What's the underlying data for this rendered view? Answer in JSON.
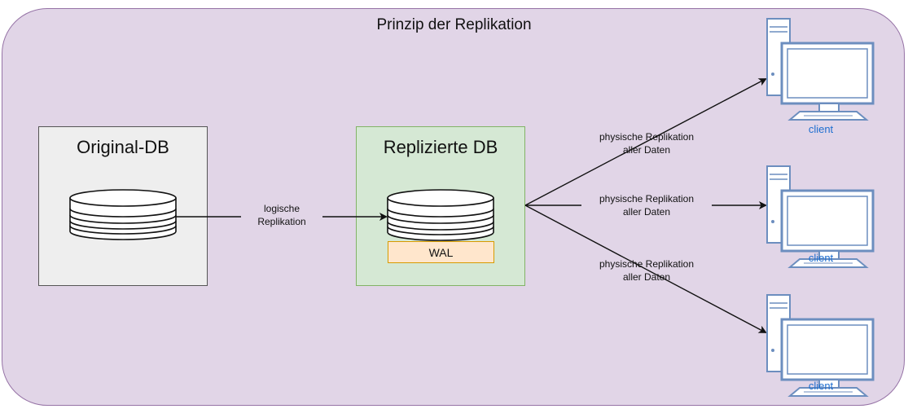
{
  "diagram": {
    "title": "Prinzip der Replikation",
    "colors": {
      "frame_fill": "#e1d5e7",
      "frame_border": "#9673a6",
      "original_fill": "#eeeeee",
      "replica_fill": "#d5e8d4",
      "replica_border": "#82b366",
      "wal_fill": "#ffe6cc",
      "wal_border": "#d79b00",
      "client_stroke": "#6c8ebf",
      "client_text": "#1f6fd0"
    },
    "original_db": {
      "label": "Original-DB",
      "icon": "database-icon"
    },
    "replica_db": {
      "label": "Replizierte DB",
      "icon": "database-icon",
      "wal_label": "WAL"
    },
    "logical_edge": {
      "line1": "logische",
      "line2": "Replikation"
    },
    "physical_edges": [
      {
        "line1": "physische Replikation",
        "line2": "aller Daten"
      },
      {
        "line1": "physische Replikation",
        "line2": "aller Daten"
      },
      {
        "line1": "physische Replikation",
        "line2": "aller Daten"
      }
    ],
    "clients": [
      {
        "label": "client",
        "icon": "desktop-computer-icon"
      },
      {
        "label": "client",
        "icon": "desktop-computer-icon"
      },
      {
        "label": "client",
        "icon": "desktop-computer-icon"
      }
    ]
  }
}
